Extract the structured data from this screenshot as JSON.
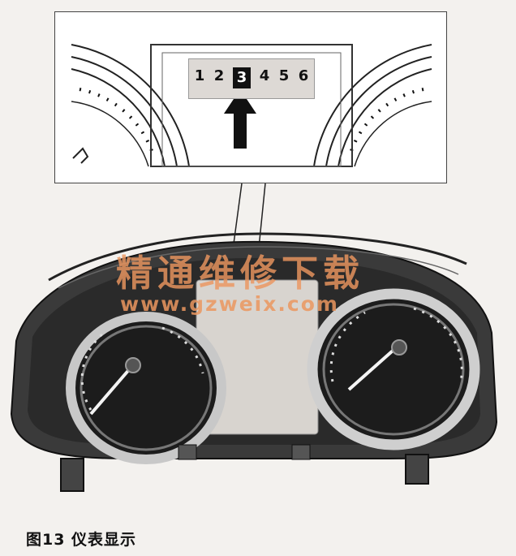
{
  "callout": {
    "gear_numbers": [
      "1",
      "2",
      "3",
      "4",
      "5",
      "6"
    ],
    "active_gear": "3"
  },
  "watermark": {
    "chinese": "精通维修下载",
    "url": "www.gzweix.com"
  },
  "caption": "图13  仪表显示",
  "colors": {
    "background": "#f3f1ee",
    "watermark": "#eb965f",
    "active_gear_bg": "#111111"
  }
}
